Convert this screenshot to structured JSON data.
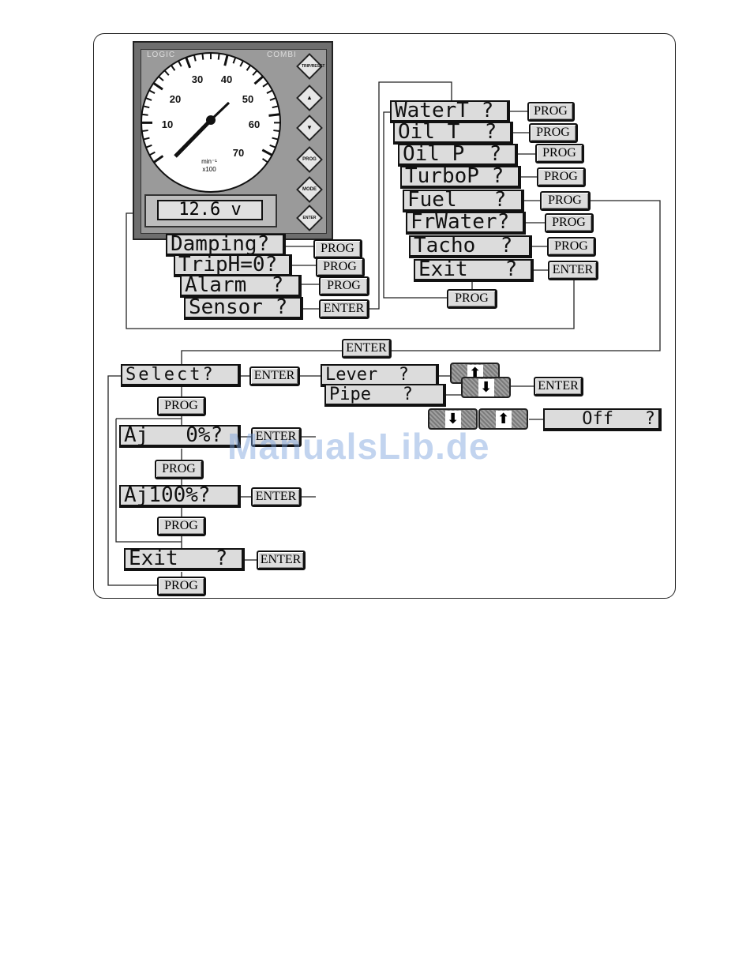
{
  "instrument": {
    "brand_left": "LOGIC",
    "brand_right": "COMBI",
    "dial_numbers": [
      "10",
      "20",
      "30",
      "40",
      "50",
      "60",
      "70"
    ],
    "dial_unit_line1": "min⁻¹",
    "dial_unit_line2": "x100",
    "lcd_value": "12.6 v",
    "side_buttons": [
      "TRIP/RESET",
      "▲",
      "▼",
      "PROG",
      "MODE",
      "ENTER"
    ]
  },
  "menu1": [
    {
      "label": "Damping?",
      "key": "PROG"
    },
    {
      "label": "TripH=0?",
      "key": "PROG"
    },
    {
      "label": "Alarm  ?",
      "key": "PROG"
    },
    {
      "label": "Sensor ?",
      "key": "ENTER"
    }
  ],
  "menu2": [
    {
      "label": "WaterT ?",
      "key": "PROG"
    },
    {
      "label": "Oil T  ?",
      "key": "PROG"
    },
    {
      "label": "Oil P  ?",
      "key": "PROG"
    },
    {
      "label": "TurboP ?",
      "key": "PROG"
    },
    {
      "label": "Fuel   ?",
      "key": "PROG"
    },
    {
      "label": "FrWater?",
      "key": "PROG"
    },
    {
      "label": "Tacho  ?",
      "key": "PROG"
    },
    {
      "label": "Exit   ?",
      "key": "ENTER"
    }
  ],
  "menu2_return_key": "PROG",
  "menu3": {
    "enter_top": "ENTER",
    "select": {
      "label": "Select?",
      "key": "ENTER"
    },
    "lever": "Lever  ?",
    "pipe": "Pipe   ?",
    "off": "Off   ?",
    "after_arrows_key": "ENTER",
    "prog1": "PROG",
    "aj0": {
      "label": "Aj   0%?",
      "key": "ENTER"
    },
    "prog2": "PROG",
    "aj100": {
      "label": "Aj100%?",
      "key": "ENTER"
    },
    "prog3": "PROG",
    "exit": {
      "label": "Exit   ?",
      "key": "ENTER"
    },
    "prog4": "PROG"
  },
  "watermark": "ManualsLib.de"
}
